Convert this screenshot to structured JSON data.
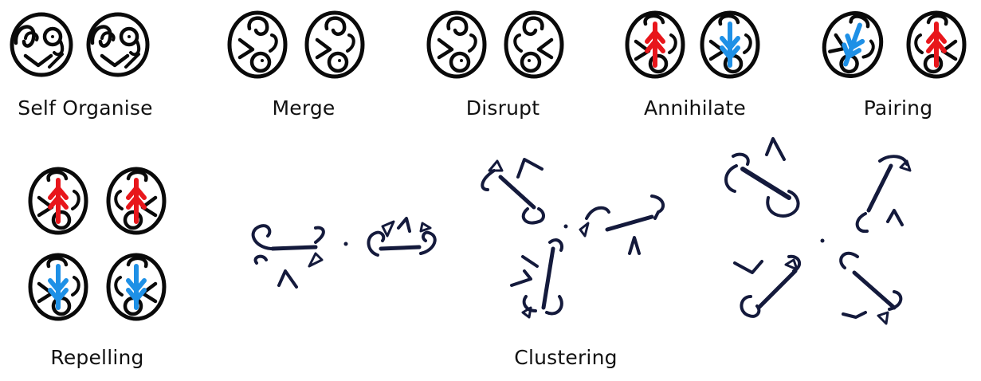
{
  "labels": {
    "self_organise": "Self Organise",
    "merge": "Merge",
    "disrupt": "Disrupt",
    "annihilate": "Annihilate",
    "pairing": "Pairing",
    "repelling": "Repelling",
    "clustering": "Clustering"
  },
  "colors": {
    "ink": "#0a0a0a",
    "navy_ink": "#141a3c",
    "red": "#e8161b",
    "blue": "#1e90e6"
  }
}
